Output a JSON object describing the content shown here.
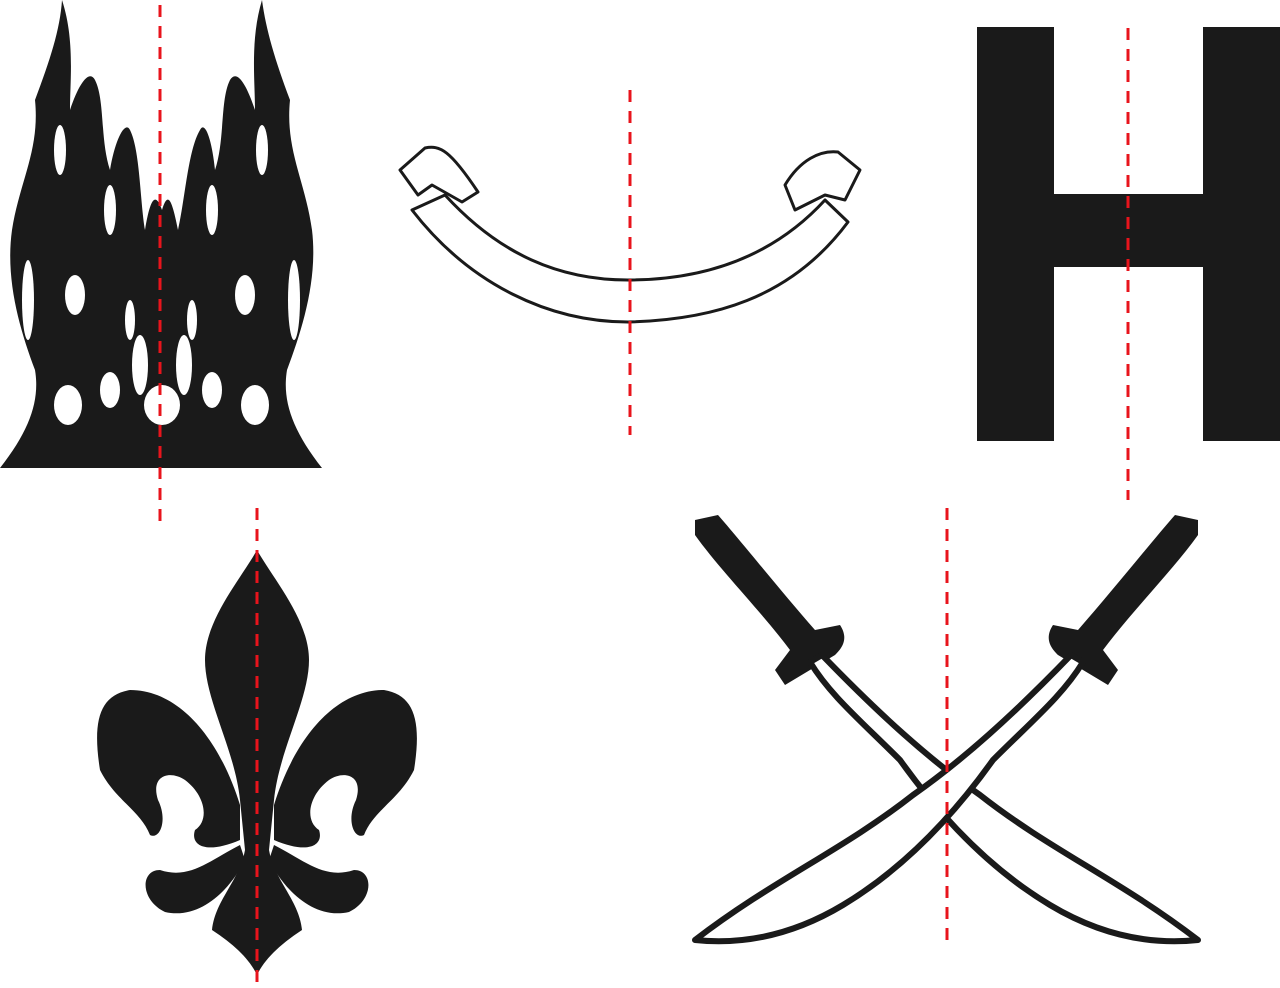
{
  "colors": {
    "ink": "#1a1a1a",
    "axis": "#e8141c",
    "background": "#ffffff"
  },
  "figures": [
    {
      "id": "flames",
      "symmetric": true
    },
    {
      "id": "curved-tube",
      "symmetric": true
    },
    {
      "id": "letter-h",
      "symmetric": true
    },
    {
      "id": "fleur-de-lis",
      "symmetric": true
    },
    {
      "id": "crossed-swords",
      "symmetric": true
    }
  ]
}
